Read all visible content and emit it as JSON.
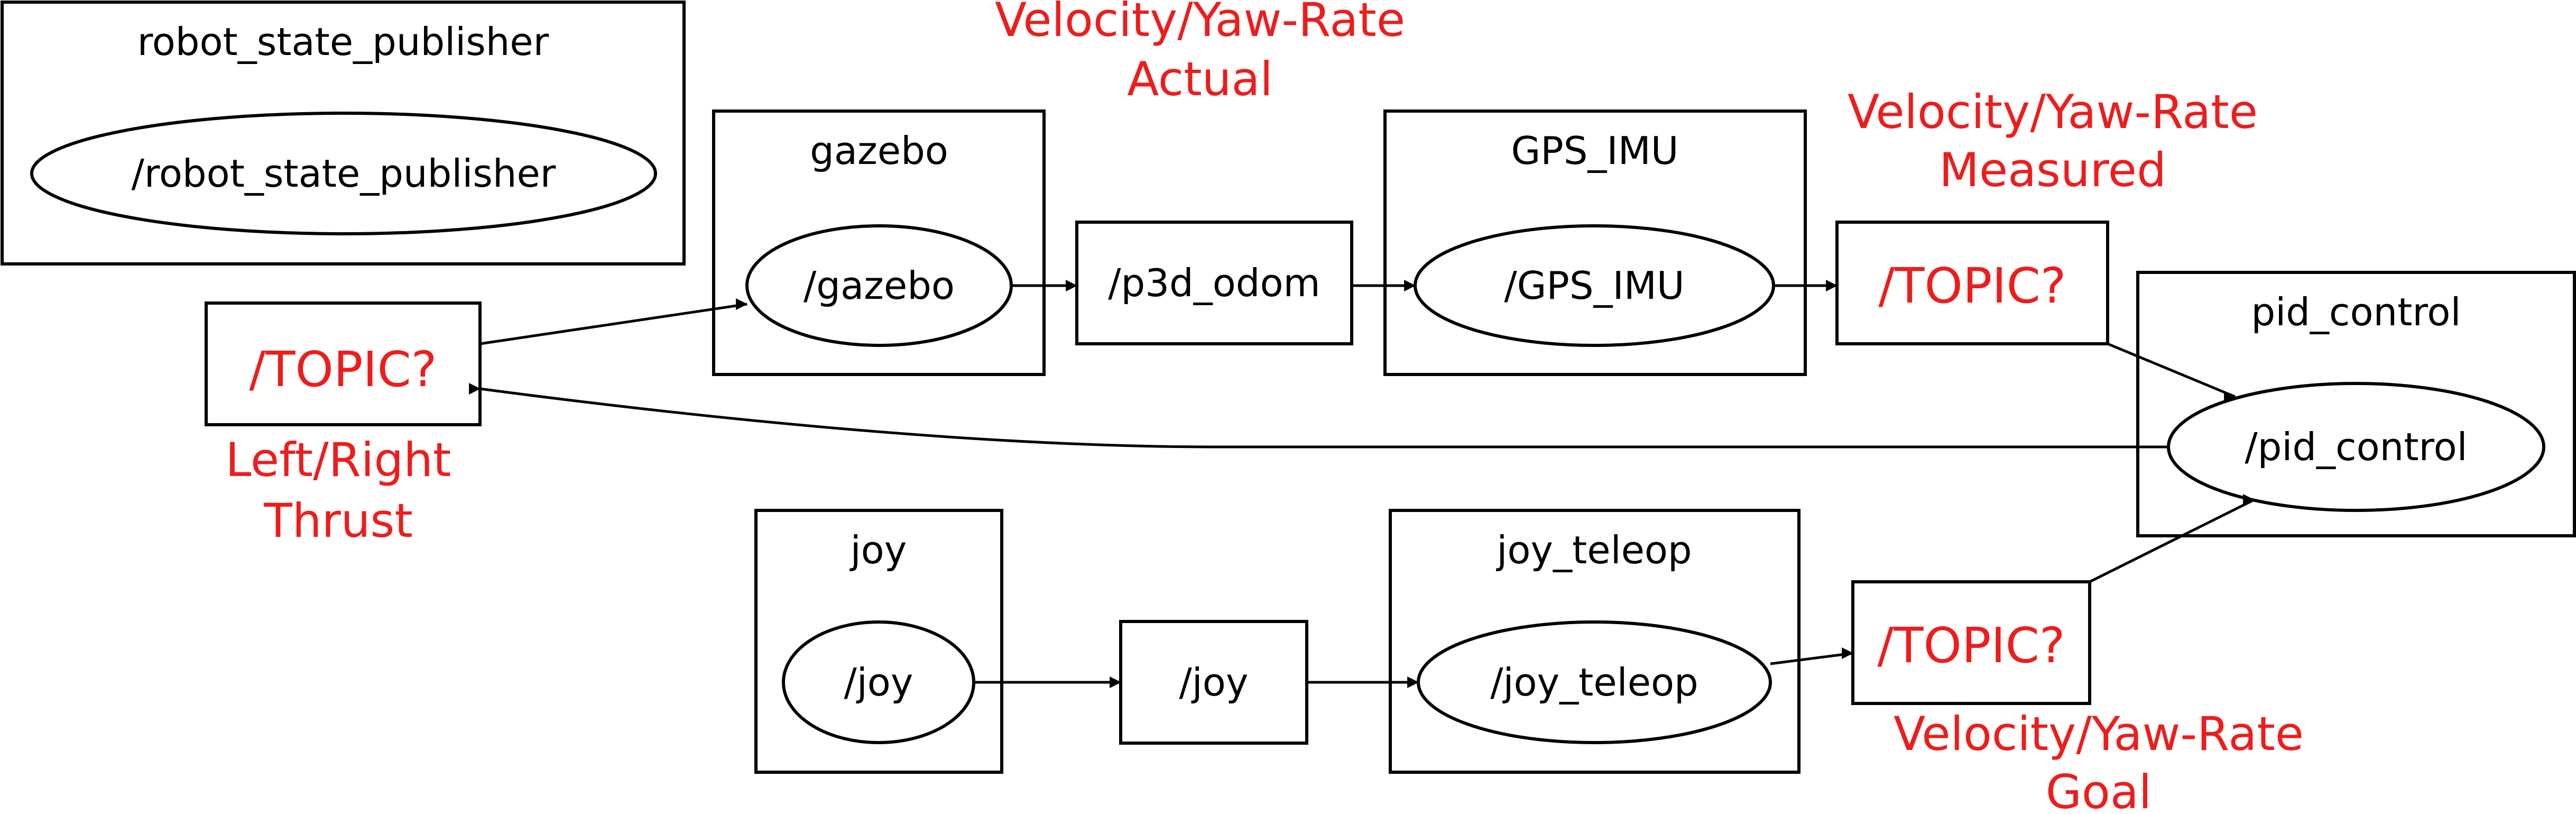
{
  "colors": {
    "annotation": "#ee1c1c",
    "stroke": "#000000"
  },
  "clusters": {
    "robot_state_publisher": "robot_state_publisher",
    "gazebo": "gazebo",
    "gps_imu": "GPS_IMU",
    "pid_control": "pid_control",
    "joy": "joy",
    "joy_teleop": "joy_teleop"
  },
  "nodes": {
    "robot_state_publisher": "/robot_state_publisher",
    "gazebo": "/gazebo",
    "gps_imu": "/GPS_IMU",
    "pid_control": "/pid_control",
    "joy": "/joy",
    "joy_teleop": "/joy_teleop"
  },
  "topics": {
    "p3d_odom": "/p3d_odom",
    "joy": "/joy",
    "thrust_topic": "/TOPIC?",
    "measured_topic": "/TOPIC?",
    "goal_topic": "/TOPIC?"
  },
  "annotations": {
    "actual": [
      "Velocity/Yaw-Rate",
      "Actual"
    ],
    "measured": [
      "Velocity/Yaw-Rate",
      "Measured"
    ],
    "thrust": [
      "Left/Right",
      "Thrust"
    ],
    "goal": [
      "Velocity/Yaw-Rate",
      "Goal"
    ]
  }
}
